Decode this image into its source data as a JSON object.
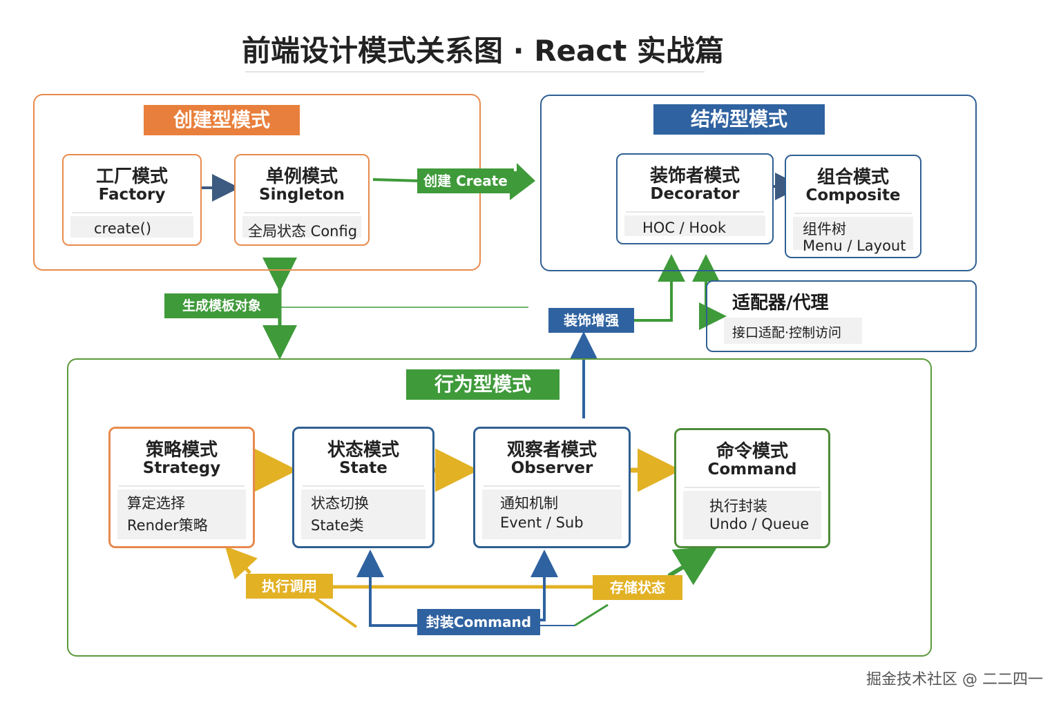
{
  "title": "前端设计模式关系图 · React 实战篇",
  "groups": {
    "creational": {
      "label": "创建型模式",
      "factory": {
        "cn": "工厂模式",
        "en": "Factory",
        "detail": "create()"
      },
      "singleton": {
        "cn": "单例模式",
        "en": "Singleton",
        "detail": "全局状态 Config"
      }
    },
    "structural": {
      "label": "结构型模式",
      "decorator": {
        "cn": "装饰者模式",
        "en": "Decorator",
        "detail": "HOC / Hook"
      },
      "composite": {
        "cn": "组合模式",
        "en": "Composite",
        "detail_line1": "组件树",
        "detail_line2": "Menu / Layout"
      },
      "adapter": {
        "title": "适配器/代理",
        "detail": "接口适配·控制访问"
      }
    },
    "behavioral": {
      "label": "行为型模式",
      "strategy": {
        "cn": "策略模式",
        "en": "Strategy",
        "detail_line1": "算定选择",
        "detail_line2": "Render策略"
      },
      "state": {
        "cn": "状态模式",
        "en": "State",
        "detail_line1": "状态切换",
        "detail_line2": "State类"
      },
      "observer": {
        "cn": "观察者模式",
        "en": "Observer",
        "detail_line1": "通知机制",
        "detail_line2": "Event / Sub"
      },
      "command": {
        "cn": "命令模式",
        "en": "Command",
        "detail_line1": "执行封装",
        "detail_line2": "Undo / Queue"
      }
    }
  },
  "connectors": {
    "create": "创建 Create",
    "generate_objects": "生成模板对象",
    "decorate": "装饰增强",
    "execute_call": "执行调用",
    "encapsulate_command": "封装Command",
    "store_state": "存储状态"
  },
  "colors": {
    "orange": "#e87f3c",
    "blue": "#2f62a0",
    "green": "#3f9a3a",
    "yellow": "#e2b124"
  },
  "footer": "掘金技术社区 @ 二二四一"
}
